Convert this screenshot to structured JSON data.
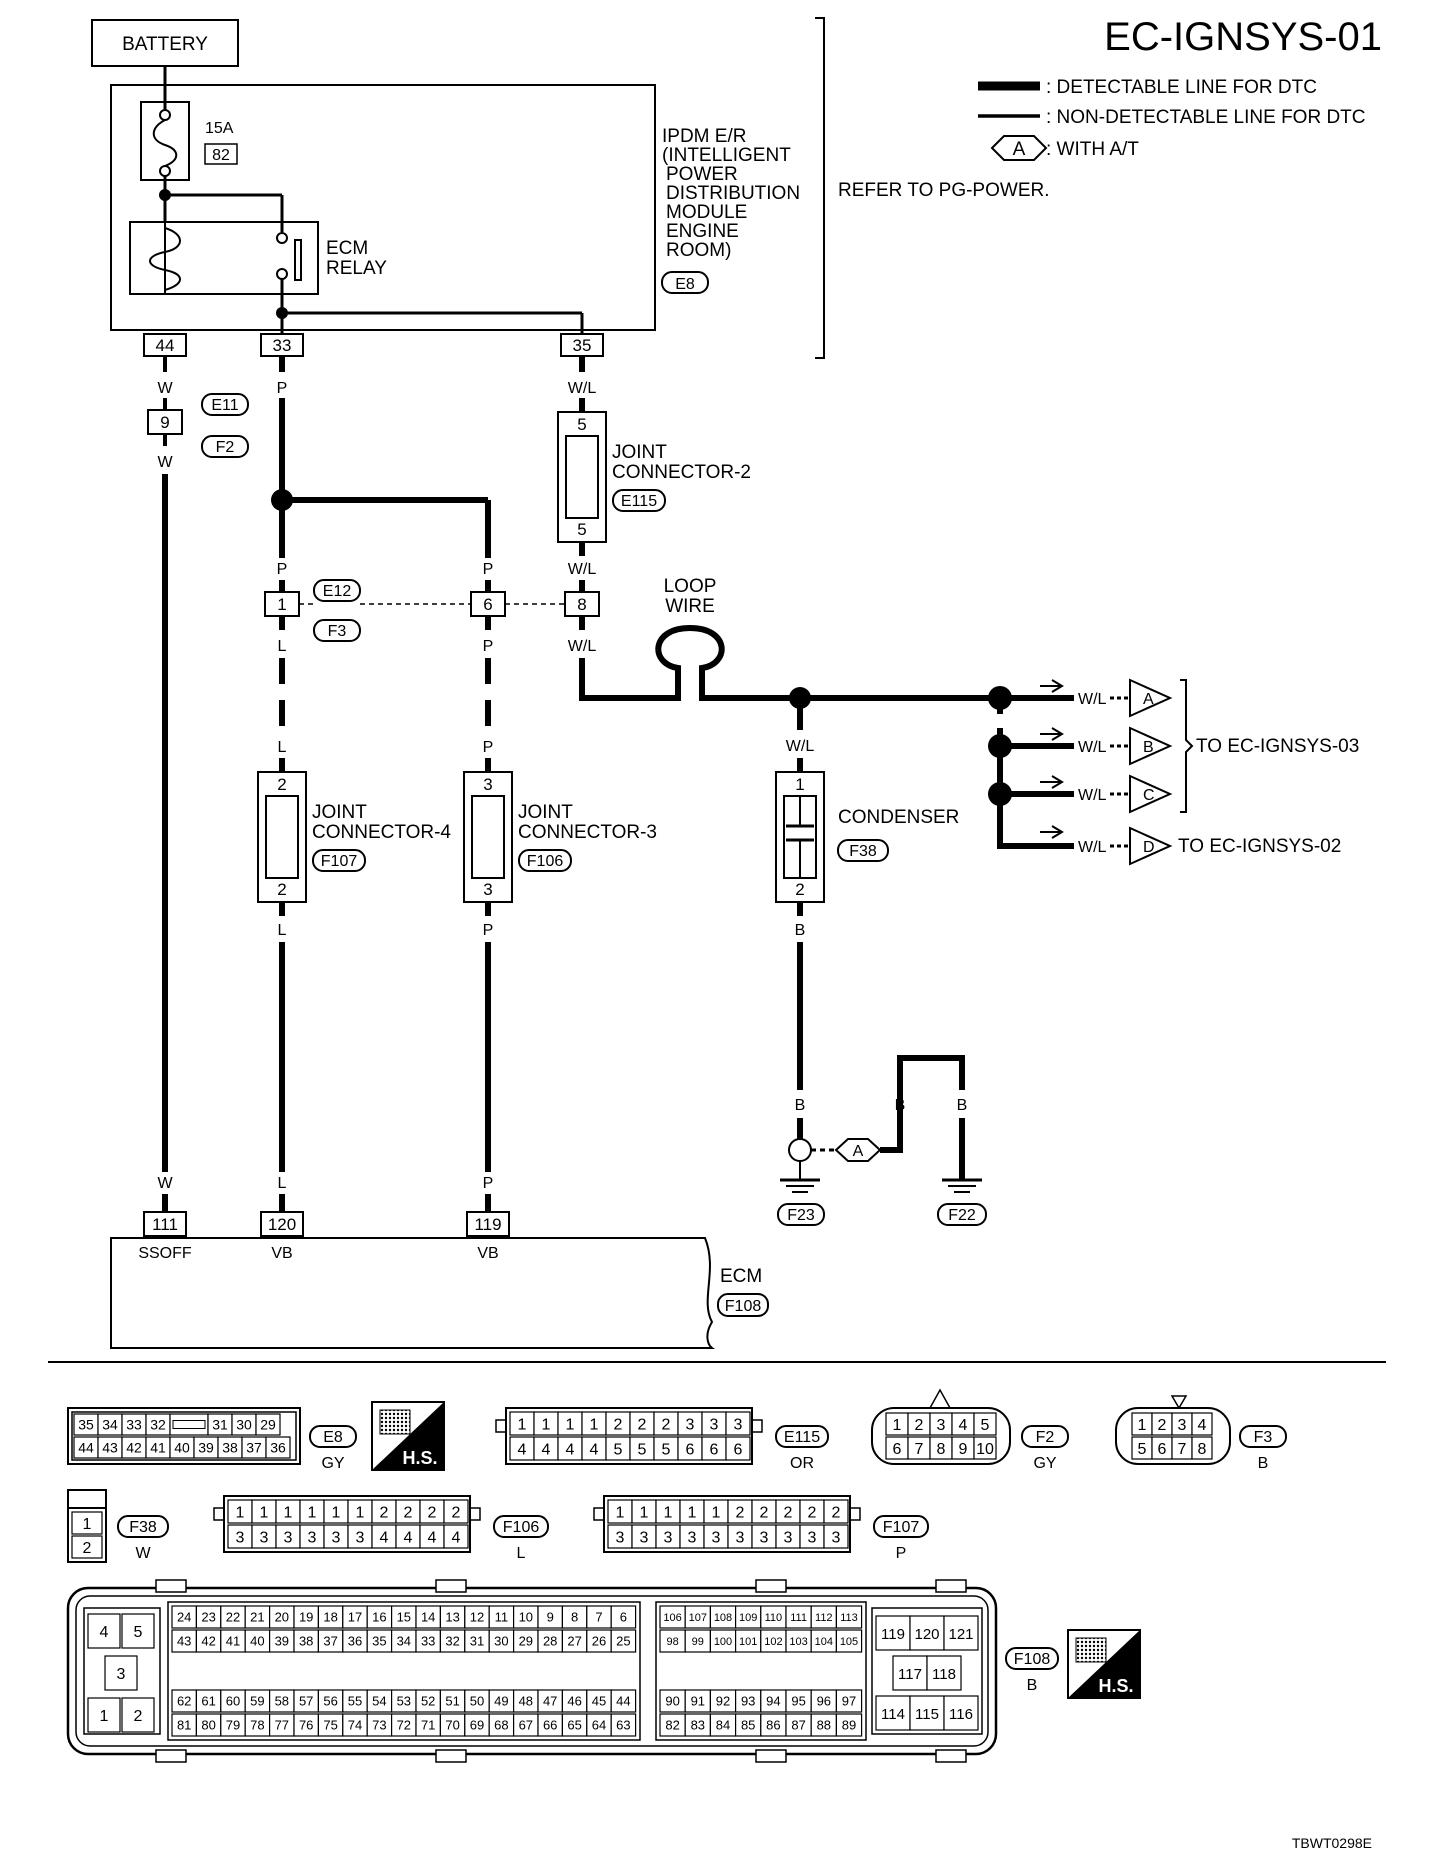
{
  "title": "EC-IGNSYS-01",
  "legend": {
    "detectable": ": DETECTABLE LINE FOR DTC",
    "nondetectable": ": NON-DETECTABLE LINE FOR DTC",
    "option_symbol": "A",
    "option": ": WITH A/T"
  },
  "refer": "REFER TO PG-POWER.",
  "battery": "BATTERY",
  "fuse": {
    "rating": "15A",
    "number": "82"
  },
  "relay": [
    "ECM",
    "RELAY"
  ],
  "ipdm": {
    "lines": [
      "IPDM E/R",
      "(INTELLIGENT",
      "POWER",
      "DISTRIBUTION",
      "MODULE",
      "ENGINE",
      "ROOM)"
    ],
    "conn": "E8",
    "pins": [
      "44",
      "33",
      "35"
    ]
  },
  "wires": {
    "c1": [
      "W",
      "W",
      "W"
    ],
    "c2": [
      "P",
      "P",
      "L",
      "L",
      "L",
      "L"
    ],
    "c3": [
      "P",
      "P",
      "P",
      "P",
      "P"
    ],
    "c4": [
      "W/L",
      "W/L",
      "W/L"
    ],
    "cond": [
      "W/L",
      "B",
      "B",
      "B",
      "B"
    ]
  },
  "e11": {
    "pin": "9",
    "conn_a": "E11",
    "conn_b": "F2"
  },
  "e12": {
    "pins": [
      "1",
      "6",
      "8"
    ],
    "conn_a": "E12",
    "conn_b": "F3"
  },
  "jc2": {
    "lines": [
      "JOINT",
      "CONNECTOR-2"
    ],
    "conn": "E115",
    "pins": [
      "5",
      "5"
    ]
  },
  "jc4": {
    "lines": [
      "JOINT",
      "CONNECTOR-4"
    ],
    "conn": "F107",
    "pins": [
      "2",
      "2"
    ]
  },
  "jc3": {
    "lines": [
      "JOINT",
      "CONNECTOR-3"
    ],
    "conn": "F106",
    "pins": [
      "3",
      "3"
    ]
  },
  "loop": [
    "LOOP",
    "WIRE"
  ],
  "condenser": {
    "label": "CONDENSER",
    "conn": "F38",
    "pins": [
      "1",
      "2"
    ]
  },
  "outputs": {
    "wire": [
      "W/L",
      "W/L",
      "W/L",
      "W/L"
    ],
    "letters": [
      "A",
      "B",
      "C",
      "D"
    ],
    "to3": "TO EC-IGNSYS-03",
    "to2": "TO EC-IGNSYS-02"
  },
  "grounds": {
    "opt": "A",
    "f23": "F23",
    "f22": "F22"
  },
  "ecm": {
    "label": "ECM",
    "conn": "F108",
    "pins": [
      "111",
      "120",
      "119"
    ],
    "names": [
      "SSOFF",
      "VB",
      "VB"
    ]
  },
  "faces": {
    "e8": {
      "top": [
        "35",
        "34",
        "33",
        "32",
        "",
        "31",
        "30",
        "29"
      ],
      "bottom": [
        "44",
        "43",
        "42",
        "41",
        "40",
        "39",
        "38",
        "37",
        "36"
      ],
      "conn": "E8",
      "color": "GY"
    },
    "hs": "H.S.",
    "e115": {
      "top": [
        "1",
        "1",
        "1",
        "1",
        "2",
        "2",
        "2",
        "3",
        "3",
        "3"
      ],
      "bottom": [
        "4",
        "4",
        "4",
        "4",
        "5",
        "5",
        "5",
        "6",
        "6",
        "6"
      ],
      "conn": "E115",
      "color": "OR"
    },
    "f2": {
      "top": [
        "1",
        "2",
        "3",
        "4",
        "5"
      ],
      "bottom": [
        "6",
        "7",
        "8",
        "9",
        "10"
      ],
      "conn": "F2",
      "color": "GY"
    },
    "f3": {
      "top": [
        "1",
        "2",
        "3",
        "4"
      ],
      "bottom": [
        "5",
        "6",
        "7",
        "8"
      ],
      "conn": "F3",
      "color": "B"
    },
    "f38": {
      "top": [
        "1"
      ],
      "bottom": [
        "2"
      ],
      "conn": "F38",
      "color": "W"
    },
    "f106": {
      "top": [
        "1",
        "1",
        "1",
        "1",
        "1",
        "1",
        "2",
        "2",
        "2",
        "2"
      ],
      "bottom": [
        "3",
        "3",
        "3",
        "3",
        "3",
        "3",
        "4",
        "4",
        "4",
        "4"
      ],
      "conn": "F106",
      "color": "L"
    },
    "f107": {
      "top": [
        "1",
        "1",
        "1",
        "1",
        "1",
        "2",
        "2",
        "2",
        "2",
        "2"
      ],
      "bottom": [
        "3",
        "3",
        "3",
        "3",
        "3",
        "3",
        "3",
        "3",
        "3",
        "3"
      ],
      "conn": "F107",
      "color": "P"
    },
    "f108": {
      "conn": "F108",
      "color": "B",
      "left": [
        "4",
        "5",
        "3",
        "1",
        "2"
      ],
      "r1": [
        "24",
        "23",
        "22",
        "21",
        "20",
        "19",
        "18",
        "17",
        "16",
        "15",
        "14",
        "13",
        "12",
        "11",
        "10",
        "9",
        "8",
        "7",
        "6"
      ],
      "r2": [
        "43",
        "42",
        "41",
        "40",
        "39",
        "38",
        "37",
        "36",
        "35",
        "34",
        "33",
        "32",
        "31",
        "30",
        "29",
        "28",
        "27",
        "26",
        "25"
      ],
      "r3": [
        "62",
        "61",
        "60",
        "59",
        "58",
        "57",
        "56",
        "55",
        "54",
        "53",
        "52",
        "51",
        "50",
        "49",
        "48",
        "47",
        "46",
        "45",
        "44"
      ],
      "r4": [
        "81",
        "80",
        "79",
        "78",
        "77",
        "76",
        "75",
        "74",
        "73",
        "72",
        "71",
        "70",
        "69",
        "68",
        "67",
        "66",
        "65",
        "64",
        "63"
      ],
      "m1": [
        "106",
        "107",
        "108",
        "109",
        "110",
        "111",
        "112",
        "113"
      ],
      "m2": [
        "98",
        "99",
        "100",
        "101",
        "102",
        "103",
        "104",
        "105"
      ],
      "m3": [
        "90",
        "91",
        "92",
        "93",
        "94",
        "95",
        "96",
        "97"
      ],
      "m4": [
        "82",
        "83",
        "84",
        "85",
        "86",
        "87",
        "88",
        "89"
      ],
      "right": [
        "119",
        "120",
        "121",
        "117",
        "118",
        "114",
        "115",
        "116"
      ]
    }
  },
  "code": "TBWT0298E"
}
